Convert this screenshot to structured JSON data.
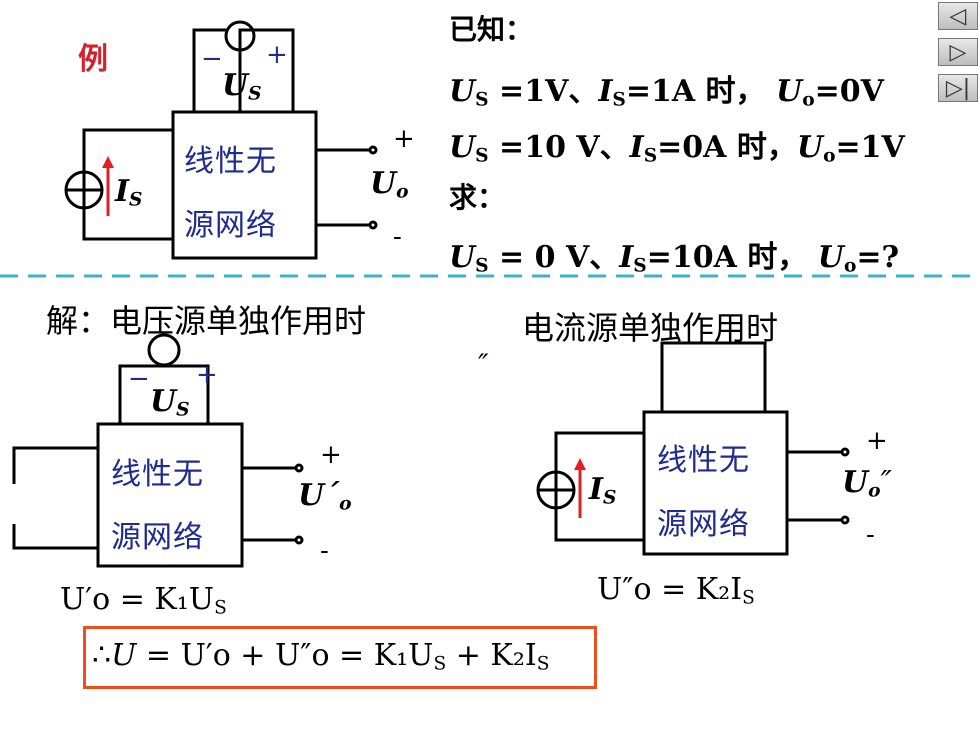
{
  "example_label": "例",
  "known": {
    "header": "已知：",
    "line1": {
      "us": "U",
      "us_sub": "S",
      "us_val": " =1V、",
      "is": "I",
      "is_sub": "S",
      "is_val": "=1A 时，",
      "uo": "U",
      "uo_sub": "o",
      "uo_val": "=0V"
    },
    "line2": {
      "us": "U",
      "us_sub": "S",
      "us_val": " =10 V、",
      "is": "I",
      "is_sub": "S",
      "is_val": "=0A 时，",
      "uo": "U",
      "uo_sub": "o",
      "uo_val": "=1V"
    }
  },
  "find": {
    "header": "求：",
    "line": {
      "us": "U",
      "us_sub": "S",
      "us_val": " = 0 V、",
      "is": "I",
      "is_sub": "S",
      "is_val": "=10A 时，",
      "uo": "U",
      "uo_sub": "o",
      "uo_val": "=?"
    }
  },
  "network_label_top": "线性无",
  "network_label_bottom": "源网络",
  "source_labels": {
    "voltage": "U",
    "voltage_sub": "S",
    "current": "I",
    "current_sub": "S",
    "plus": "+",
    "minus": "−"
  },
  "output_labels": {
    "plus": "+",
    "minus": "-",
    "uo": "U",
    "uo_sub": "o",
    "prime": "´",
    "dprime": "″"
  },
  "solution": {
    "intro": "解：电压源单独作用时",
    "current_case": "电流源单独作用时",
    "stray_mark": "″",
    "eq1": "U′o = K₁U",
    "eq1_sub": "S",
    "eq2": "U″o = K₂I",
    "eq2_sub": "S",
    "final_prefix": "∴",
    "final_u": "U",
    "final_rest": " = U′o + U″o = K₁U",
    "final_s1": "S",
    "final_mid": " + K₂I",
    "final_s2": "S"
  },
  "nav": {
    "prev": "◁",
    "next": "▷",
    "end": "▷|"
  },
  "colors": {
    "red": "#d6202b",
    "blue": "#1f2b8f",
    "divider": "#3cb3c6",
    "box_border": "#e9501c",
    "arrow": "#e02020"
  }
}
